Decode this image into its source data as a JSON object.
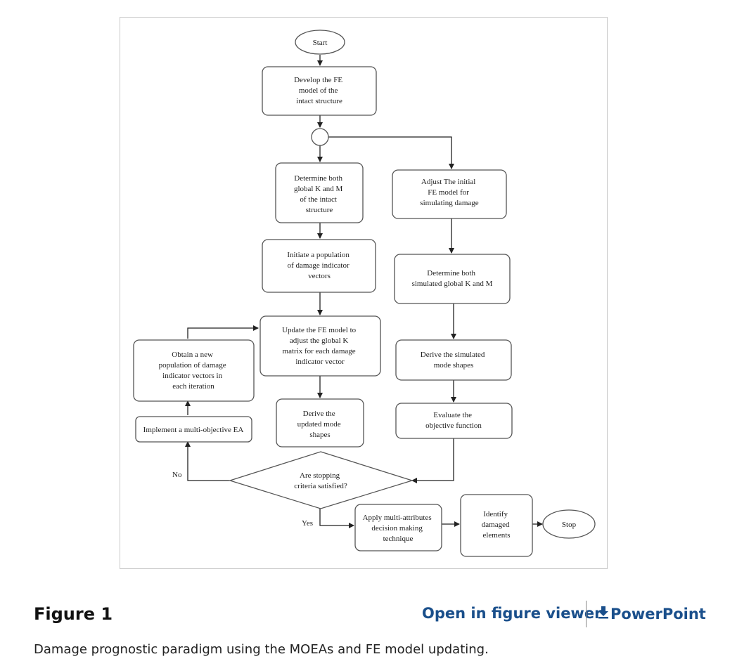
{
  "figure": {
    "nodes": {
      "start": [
        "Start"
      ],
      "develop": [
        "Develop the FE",
        "model of the",
        "intact structure"
      ],
      "determine_km": [
        "Determine both",
        "global K and M",
        "of the intact",
        "structure"
      ],
      "initiate": [
        "Initiate a population",
        "of damage indicator",
        "vectors"
      ],
      "update": [
        "Update the FE model to",
        "adjust the global K",
        "matrix for each damage",
        "indicator vector"
      ],
      "derive_updated": [
        "Derive the",
        "updated mode",
        "shapes"
      ],
      "obtain": [
        "Obtain a new",
        "population of damage",
        "indicator vectors in",
        "each iteration"
      ],
      "implement": [
        "Implement a multi-objective EA"
      ],
      "adjust": [
        "Adjust The initial",
        "FE model for",
        "simulating damage"
      ],
      "determine_sim": [
        "Determine both",
        "simulated global K and M"
      ],
      "derive_sim": [
        "Derive the simulated",
        "mode shapes"
      ],
      "evaluate": [
        "Evaluate the",
        "objective function"
      ],
      "decision": [
        "Are stopping",
        "criteria satisfied?"
      ],
      "apply": [
        "Apply multi-attributes",
        "decision making",
        "technique"
      ],
      "identify": [
        "Identify",
        "damaged",
        "elements"
      ],
      "stop": [
        "Stop"
      ]
    },
    "edge_labels": {
      "no": "No",
      "yes": "Yes"
    }
  },
  "caption": {
    "title": "Figure 1",
    "open_viewer": "Open in figure viewer",
    "powerpoint": "PowerPoint",
    "text": "Damage prognostic paradigm using the MOEAs and FE model updating."
  }
}
